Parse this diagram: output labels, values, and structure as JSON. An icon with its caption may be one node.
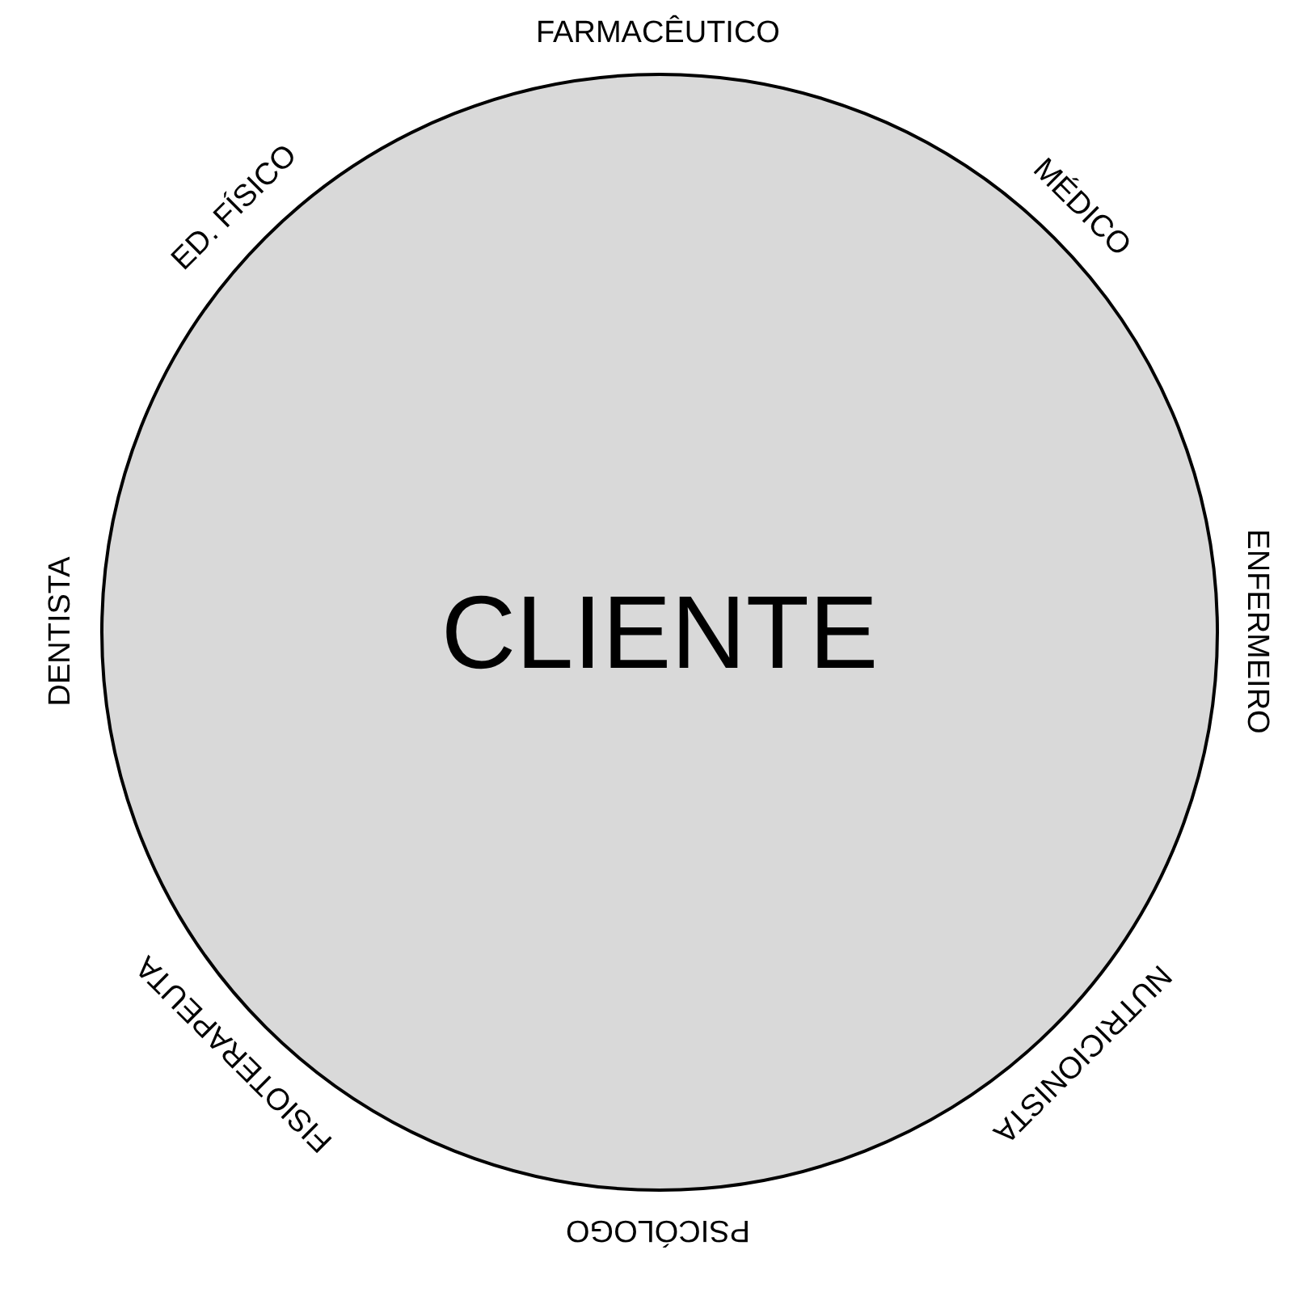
{
  "diagram": {
    "nodes": [
      {
        "text": [
          "CLIENTE"
        ]
      }
    ],
    "labels": [
      "FARMACÊUTICO",
      "MÉDICO",
      "ENFERMEIRO",
      "NUTRICIONISTA",
      "PSICÓLOGO",
      "FISIOTERAPEUTA",
      "DENTISTA",
      "ED. FÍSICO"
    ]
  }
}
